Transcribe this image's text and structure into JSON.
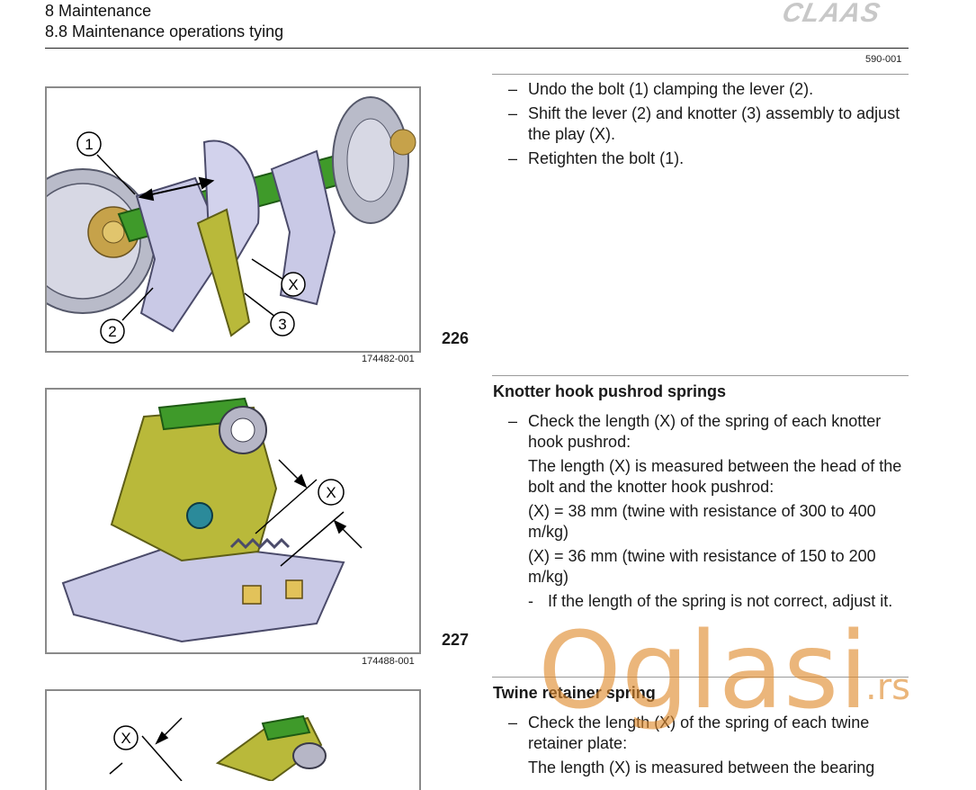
{
  "header": {
    "chapter": "8 Maintenance",
    "section": "8.8 Maintenance operations tying",
    "brand": "CLAAS",
    "page_code": "590-001"
  },
  "figures": [
    {
      "number": "226",
      "code": "174482-001",
      "callouts": [
        "1",
        "2",
        "3",
        "X"
      ]
    },
    {
      "number": "227",
      "code": "174488-001",
      "callouts": [
        "X"
      ]
    },
    {
      "callouts": [
        "X"
      ]
    }
  ],
  "section1": {
    "steps": [
      "Undo the bolt (1) clamping the lever (2).",
      "Shift the lever (2) and knotter (3) assembly to adjust the play (X).",
      "Retighten the bolt (1)."
    ]
  },
  "section2": {
    "title": "Knotter hook pushrod springs",
    "step": "Check the length (X) of the spring of each knotter hook pushrod:",
    "paras": [
      "The length (X) is measured between the head of the bolt and the knotter hook pushrod:",
      "(X) = 38 mm (twine with resistance of 300 to 400 m/kg)",
      "(X) = 36 mm (twine with resistance of 150 to 200 m/kg)"
    ],
    "substep": "If the length of the spring is not correct, adjust it."
  },
  "section3": {
    "title": "Twine retainer spring",
    "step": "Check the length (X) of the spring of each twine retainer plate:",
    "para": "The length (X) is measured between the bearing"
  },
  "watermark": {
    "text": "Oglasi",
    "suffix": ".rs"
  },
  "colors": {
    "part_green": "#3f9a2a",
    "part_olive": "#b9b93a",
    "part_lavender": "#c9c9e6",
    "watermark": "#e08a2c"
  }
}
